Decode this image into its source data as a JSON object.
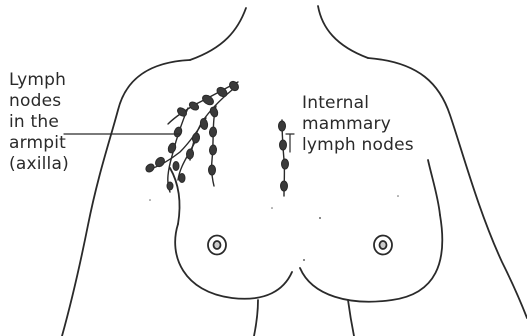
{
  "labels": {
    "axilla": [
      "Lymph",
      "nodes",
      "in the",
      "armpit",
      "(axilla)"
    ],
    "internal_mammary": [
      "Internal",
      "mammary",
      "lymph nodes"
    ]
  },
  "colors": {
    "ink": "#2a2a2a",
    "node_fill": "#3a3a3a",
    "background": "#ffffff"
  }
}
